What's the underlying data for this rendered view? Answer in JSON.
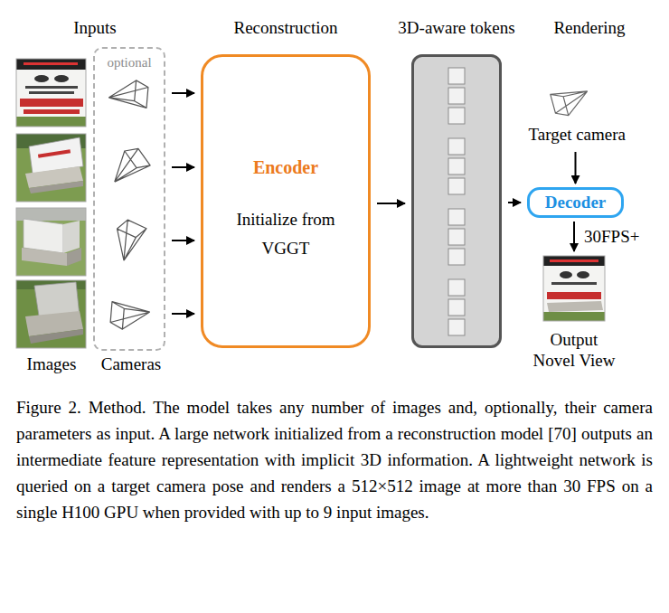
{
  "diagram": {
    "caption": "Figure 2. Method. The model takes any number of images and, optionally, their camera parameters as input. A large network initialized from a reconstruction model [70] outputs an intermediate feature representation with implicit 3D information. A lightweight network is queried on a target camera pose and renders a 512×512 image at more than 30 FPS on a single H100 GPU when provided with up to 9 input images.",
    "nodes": [
      {
        "text": [
          "optional"
        ]
      },
      {
        "text": [
          "Encoder",
          "Initialize from VGGT"
        ]
      },
      {
        "text": [
          "3D-aware tokens"
        ]
      },
      {
        "text": [
          "Target camera"
        ]
      },
      {
        "text": [
          "Decoder"
        ]
      },
      {
        "text": [
          "Output Novel View"
        ]
      }
    ],
    "edges": [
      {
        "from": 0,
        "to": 1,
        "arrow": "to"
      },
      {
        "from": 0,
        "to": 1,
        "arrow": "to"
      },
      {
        "from": 0,
        "to": 1,
        "arrow": "to"
      },
      {
        "from": 0,
        "to": 1,
        "arrow": "to"
      },
      {
        "from": 1,
        "to": 2,
        "arrow": "to"
      },
      {
        "from": 2,
        "to": 4,
        "arrow": "to"
      },
      {
        "from": 3,
        "to": 4,
        "arrow": "to"
      },
      {
        "from": 4,
        "to": 5,
        "label": "30FPS+",
        "arrow": "to"
      }
    ],
    "labels": [
      "Inputs",
      "Reconstruction",
      "Rendering",
      "Images",
      "Cameras"
    ]
  }
}
